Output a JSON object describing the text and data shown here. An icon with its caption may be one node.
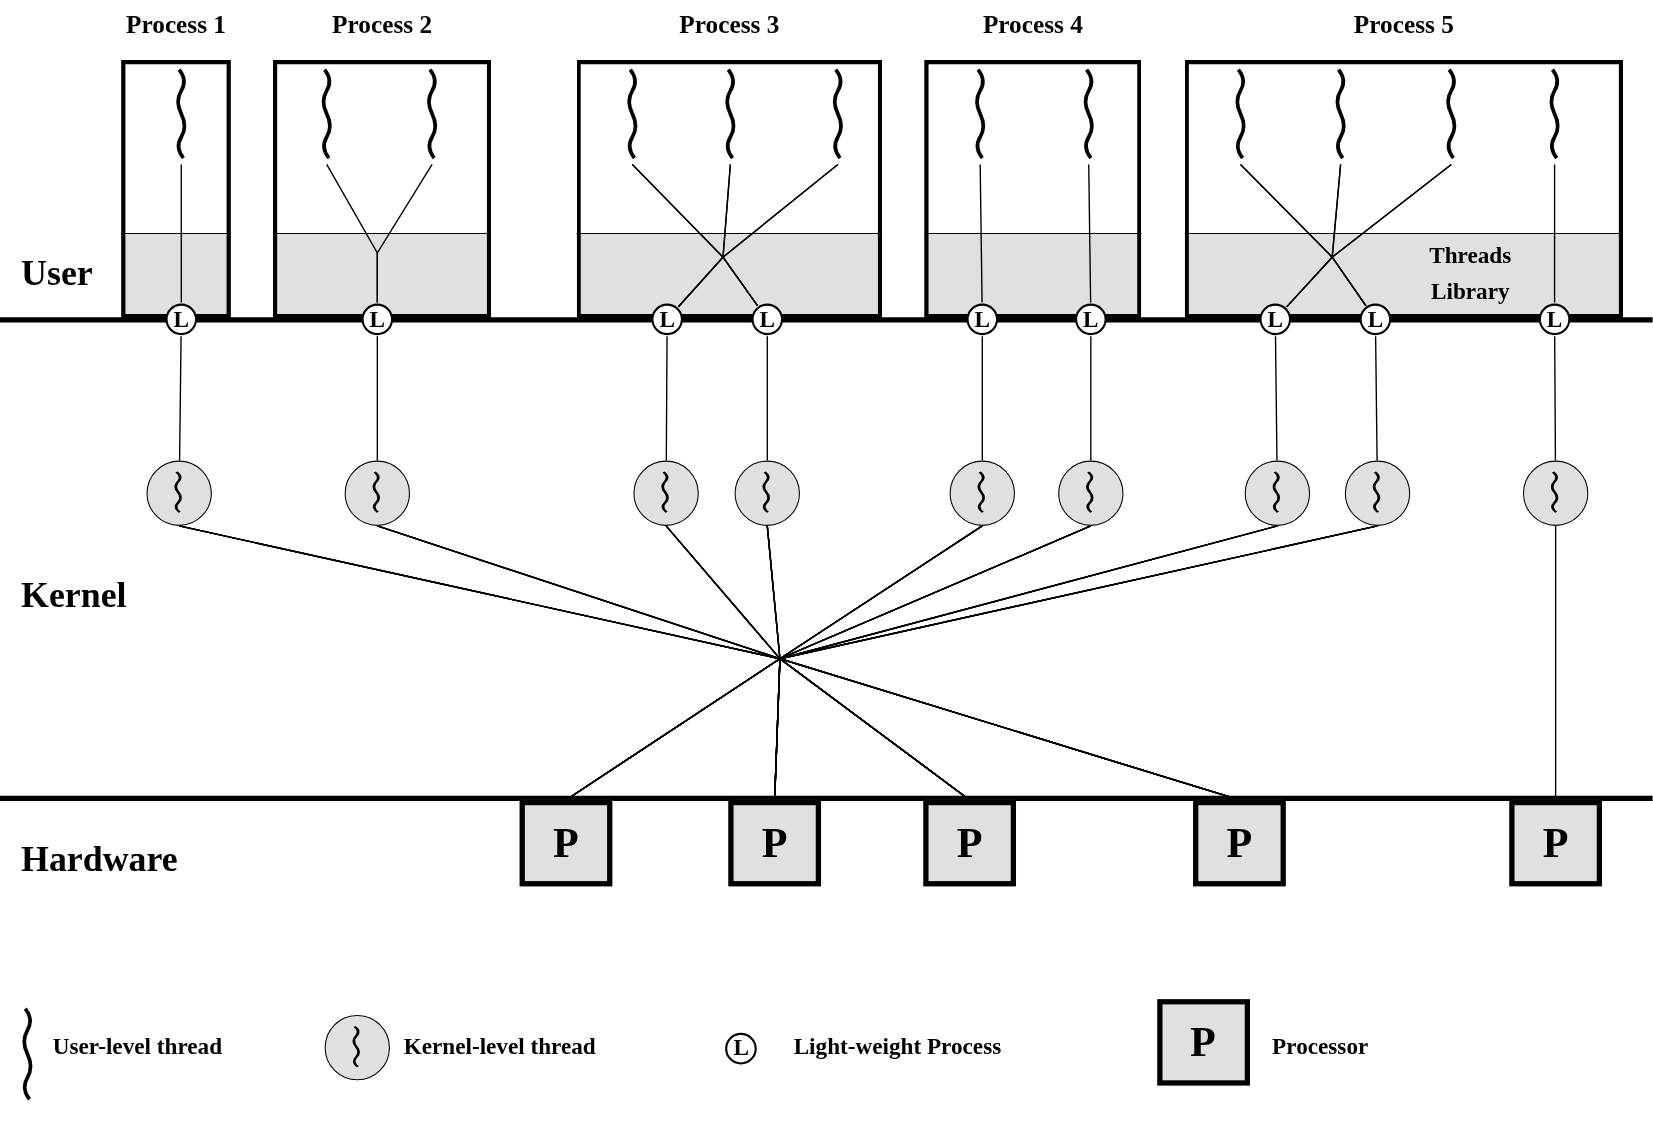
{
  "diagram": {
    "nodes": [
      {
        "text": [
          "Process 1"
        ]
      },
      {
        "text": [],
        "shape": "squiggle",
        "in": 0
      },
      {
        "text": [
          "Process 2"
        ]
      },
      {
        "text": [],
        "shape": "squiggle",
        "in": 2
      },
      {
        "text": [],
        "shape": "squiggle",
        "in": 2
      },
      {
        "text": [
          "Process 3"
        ]
      },
      {
        "text": [],
        "shape": "squiggle",
        "in": 5
      },
      {
        "text": [],
        "shape": "squiggle",
        "in": 5
      },
      {
        "text": [],
        "shape": "squiggle",
        "in": 5
      },
      {
        "text": [
          "Process 4"
        ]
      },
      {
        "text": [],
        "shape": "squiggle",
        "in": 9
      },
      {
        "text": [],
        "shape": "squiggle",
        "in": 9
      },
      {
        "text": [
          "Process 5"
        ]
      },
      {
        "text": [],
        "shape": "squiggle",
        "in": 12
      },
      {
        "text": [],
        "shape": "squiggle",
        "in": 12
      },
      {
        "text": [],
        "shape": "squiggle",
        "in": 12
      },
      {
        "text": [],
        "shape": "squiggle",
        "in": 12
      },
      {
        "text": [
          "L"
        ]
      },
      {
        "text": [
          "L"
        ]
      },
      {
        "text": [
          "L"
        ]
      },
      {
        "text": [
          "L"
        ]
      },
      {
        "text": [
          "L"
        ]
      },
      {
        "text": [
          "L"
        ]
      },
      {
        "text": [
          "L"
        ]
      },
      {
        "text": [
          "L"
        ]
      },
      {
        "text": [
          "L"
        ]
      },
      {
        "text": [],
        "shape": "circle"
      },
      {
        "text": [],
        "shape": "circle"
      },
      {
        "text": [],
        "shape": "circle"
      },
      {
        "text": [],
        "shape": "circle"
      },
      {
        "text": [],
        "shape": "circle"
      },
      {
        "text": [],
        "shape": "circle"
      },
      {
        "text": [],
        "shape": "circle"
      },
      {
        "text": [],
        "shape": "circle"
      },
      {
        "text": [],
        "shape": "circle"
      },
      {
        "text": [
          "P"
        ]
      },
      {
        "text": [
          "P"
        ]
      },
      {
        "text": [
          "P"
        ]
      },
      {
        "text": [
          "P"
        ]
      },
      {
        "text": [
          "P"
        ]
      }
    ],
    "edges": [
      {
        "from": 1,
        "to": 17,
        "arrow": "none"
      },
      {
        "from": 3,
        "to": 18,
        "arrow": "none"
      },
      {
        "from": 4,
        "to": 18,
        "arrow": "none"
      },
      {
        "from": 6,
        "to": 19,
        "arrow": "none"
      },
      {
        "from": 6,
        "to": 20,
        "arrow": "none"
      },
      {
        "from": 7,
        "to": 19,
        "arrow": "none"
      },
      {
        "from": 7,
        "to": 20,
        "arrow": "none"
      },
      {
        "from": 8,
        "to": 19,
        "arrow": "none"
      },
      {
        "from": 8,
        "to": 20,
        "arrow": "none"
      },
      {
        "from": 10,
        "to": 21,
        "arrow": "none"
      },
      {
        "from": 11,
        "to": 22,
        "arrow": "none"
      },
      {
        "from": 13,
        "to": 23,
        "arrow": "none"
      },
      {
        "from": 13,
        "to": 24,
        "arrow": "none"
      },
      {
        "from": 14,
        "to": 23,
        "arrow": "none"
      },
      {
        "from": 14,
        "to": 24,
        "arrow": "none"
      },
      {
        "from": 15,
        "to": 23,
        "arrow": "none"
      },
      {
        "from": 15,
        "to": 24,
        "arrow": "none"
      },
      {
        "from": 16,
        "to": 25,
        "arrow": "none"
      },
      {
        "from": 17,
        "to": 26,
        "arrow": "none"
      },
      {
        "from": 18,
        "to": 27,
        "arrow": "none"
      },
      {
        "from": 19,
        "to": 28,
        "arrow": "none"
      },
      {
        "from": 20,
        "to": 29,
        "arrow": "none"
      },
      {
        "from": 21,
        "to": 30,
        "arrow": "none"
      },
      {
        "from": 22,
        "to": 31,
        "arrow": "none"
      },
      {
        "from": 23,
        "to": 32,
        "arrow": "none"
      },
      {
        "from": 24,
        "to": 33,
        "arrow": "none"
      },
      {
        "from": 25,
        "to": 34,
        "arrow": "none"
      },
      {
        "from": 26,
        "to": 35,
        "arrow": "none"
      },
      {
        "from": 26,
        "to": 36,
        "arrow": "none"
      },
      {
        "from": 26,
        "to": 37,
        "arrow": "none"
      },
      {
        "from": 26,
        "to": 38,
        "arrow": "none"
      },
      {
        "from": 27,
        "to": 35,
        "arrow": "none"
      },
      {
        "from": 27,
        "to": 36,
        "arrow": "none"
      },
      {
        "from": 27,
        "to": 37,
        "arrow": "none"
      },
      {
        "from": 27,
        "to": 38,
        "arrow": "none"
      },
      {
        "from": 28,
        "to": 35,
        "arrow": "none"
      },
      {
        "from": 28,
        "to": 36,
        "arrow": "none"
      },
      {
        "from": 28,
        "to": 37,
        "arrow": "none"
      },
      {
        "from": 28,
        "to": 38,
        "arrow": "none"
      },
      {
        "from": 29,
        "to": 35,
        "arrow": "none"
      },
      {
        "from": 29,
        "to": 36,
        "arrow": "none"
      },
      {
        "from": 29,
        "to": 37,
        "arrow": "none"
      },
      {
        "from": 29,
        "to": 38,
        "arrow": "none"
      },
      {
        "from": 30,
        "to": 35,
        "arrow": "none"
      },
      {
        "from": 30,
        "to": 36,
        "arrow": "none"
      },
      {
        "from": 30,
        "to": 37,
        "arrow": "none"
      },
      {
        "from": 30,
        "to": 38,
        "arrow": "none"
      },
      {
        "from": 31,
        "to": 35,
        "arrow": "none"
      },
      {
        "from": 31,
        "to": 36,
        "arrow": "none"
      },
      {
        "from": 31,
        "to": 37,
        "arrow": "none"
      },
      {
        "from": 31,
        "to": 38,
        "arrow": "none"
      },
      {
        "from": 32,
        "to": 35,
        "arrow": "none"
      },
      {
        "from": 32,
        "to": 36,
        "arrow": "none"
      },
      {
        "from": 32,
        "to": 37,
        "arrow": "none"
      },
      {
        "from": 32,
        "to": 38,
        "arrow": "none"
      },
      {
        "from": 33,
        "to": 35,
        "arrow": "none"
      },
      {
        "from": 33,
        "to": 36,
        "arrow": "none"
      },
      {
        "from": 33,
        "to": 37,
        "arrow": "none"
      },
      {
        "from": 33,
        "to": 38,
        "arrow": "none"
      },
      {
        "from": 34,
        "to": 39,
        "arrow": "none"
      }
    ],
    "labels": [
      "User",
      "Threads Library",
      "Kernel",
      "Hardware",
      "L",
      "P"
    ],
    "legend": [
      {
        "text": "User-level thread"
      },
      {
        "text": "Kernel-level thread"
      },
      {
        "text": "Light-weight Process"
      },
      {
        "text": "Processor"
      }
    ]
  }
}
